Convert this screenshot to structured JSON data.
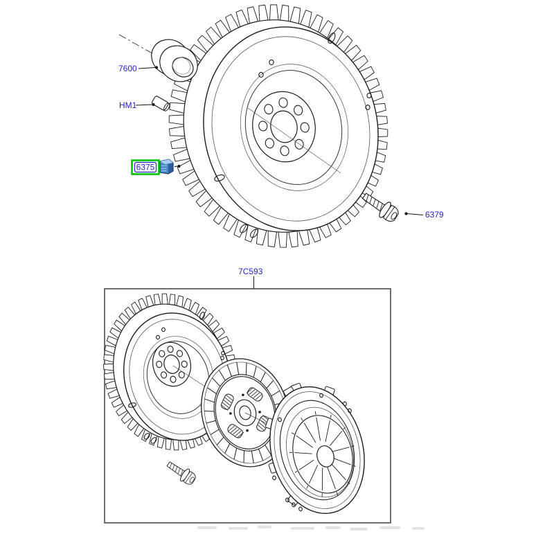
{
  "diagram": {
    "title": "flywheel-and-clutch-parts-diagram",
    "labels": {
      "part_7600": "7600",
      "part_hm1": "HM1",
      "part_6375": "6375",
      "part_6379": "6379",
      "kit_7c593": "7C593"
    },
    "colors": {
      "label_blue": "#2424c8",
      "highlight_green": "#00c300",
      "line_black": "#1c1c1c",
      "line_gray": "#555555",
      "box_border": "#4a4a4a",
      "part_blue_light": "#a9cdf0",
      "part_blue_mid": "#4a86c8",
      "part_blue_dark": "#1b3c74"
    }
  }
}
